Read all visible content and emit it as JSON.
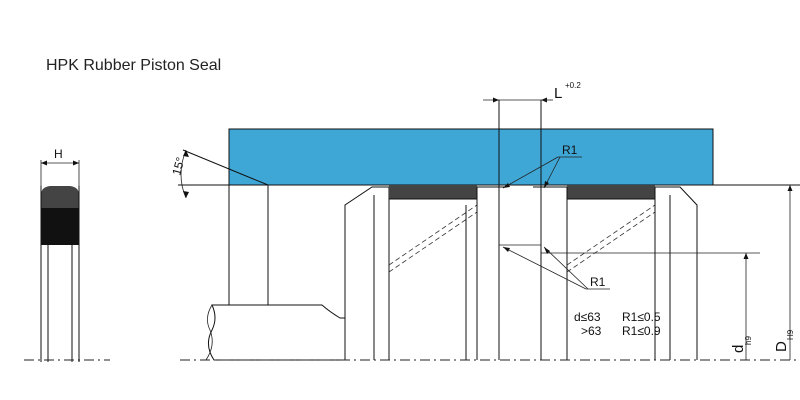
{
  "title": "HPK Rubber Piston Seal",
  "labels": {
    "height": "H",
    "length": "L",
    "length_tol": "+0.2",
    "angle": "15°",
    "radius_top": "R1",
    "radius_bottom": "R1",
    "note_row1_cond": "d≤63",
    "note_row1_val": "R1≤0.5",
    "note_row2_cond": ">63",
    "note_row2_val": "R1≤0.9",
    "inner_dia": "d",
    "inner_dia_tol": "h9",
    "outer_dia": "D",
    "outer_dia_tol": "H9"
  },
  "colors": {
    "cylinder_fill": "#3fa7d6",
    "seal_face": "#444444",
    "seal_core": "#111111",
    "line": "#111111"
  }
}
